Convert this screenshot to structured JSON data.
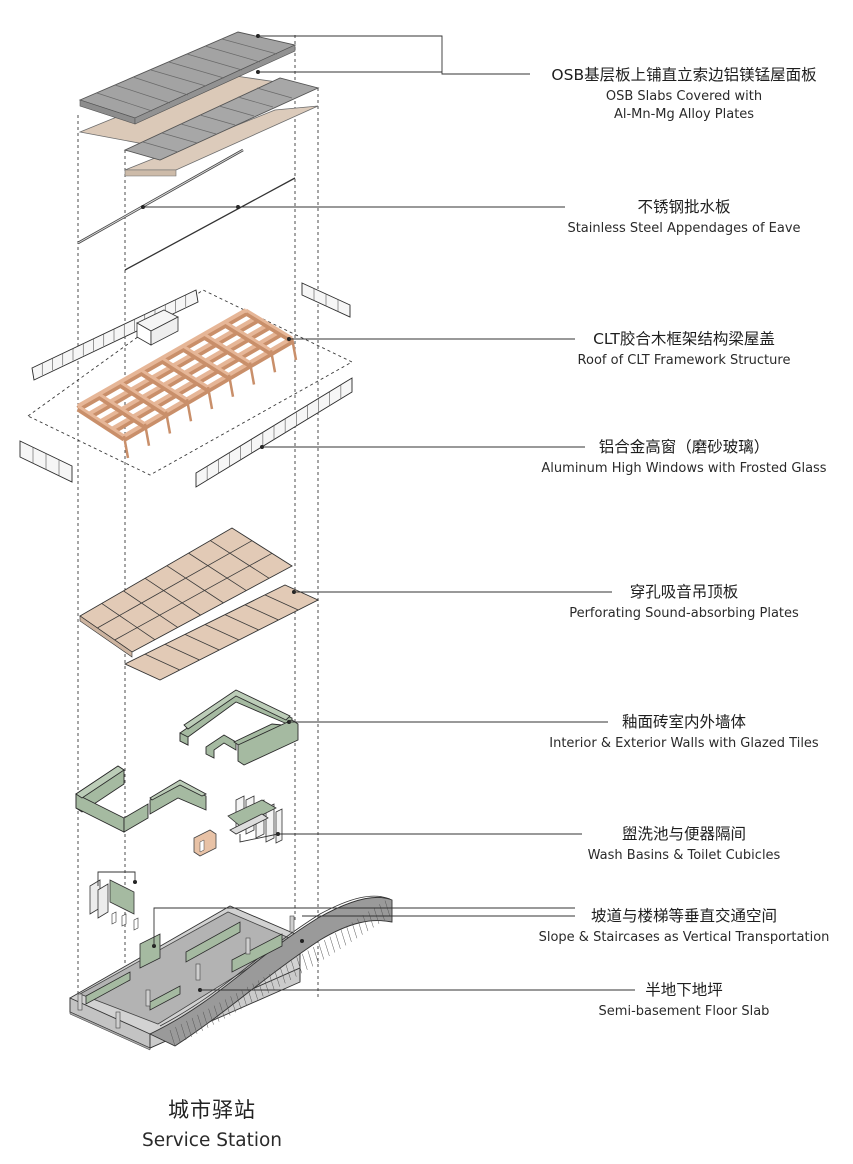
{
  "diagram": {
    "labels": [
      {
        "cn": "OSB基层板上铺直立索边铝镁锰屋面板",
        "en1": "OSB Slabs Covered with",
        "en2": "Al-Mn-Mg Alloy Plates"
      },
      {
        "cn": "不锈钢批水板",
        "en1": "Stainless Steel Appendages of Eave"
      },
      {
        "cn": "CLT胶合木框架结构梁屋盖",
        "en1": "Roof of CLT Framework Structure"
      },
      {
        "cn": "铝合金高窗（磨砂玻璃）",
        "en1": "Aluminum High Windows with Frosted Glass"
      },
      {
        "cn": "穿孔吸音吊顶板",
        "en1": "Perforating Sound-absorbing Plates"
      },
      {
        "cn": "釉面砖室内外墙体",
        "en1": "Interior & Exterior Walls with Glazed Tiles"
      },
      {
        "cn": "盥洗池与便器隔间",
        "en1": "Wash Basins & Toilet Cubicles"
      },
      {
        "cn": "坡道与楼梯等垂直交通空间",
        "en1": "Slope & Staircases as Vertical Transportation"
      },
      {
        "cn": "半地下地坪",
        "en1": "Semi-basement Floor Slab"
      }
    ],
    "caption": {
      "cn": "城市驿站",
      "en": "Service Station"
    }
  },
  "colors": {
    "roof_metal": "#a3a3a3",
    "osb": "#dbc9b8",
    "timber": "#e6b697",
    "ceiling_panel": "#e2cab6",
    "wall_green": "#a5baa1",
    "floor_gray": "#bbbbbb",
    "ink": "#222222"
  }
}
